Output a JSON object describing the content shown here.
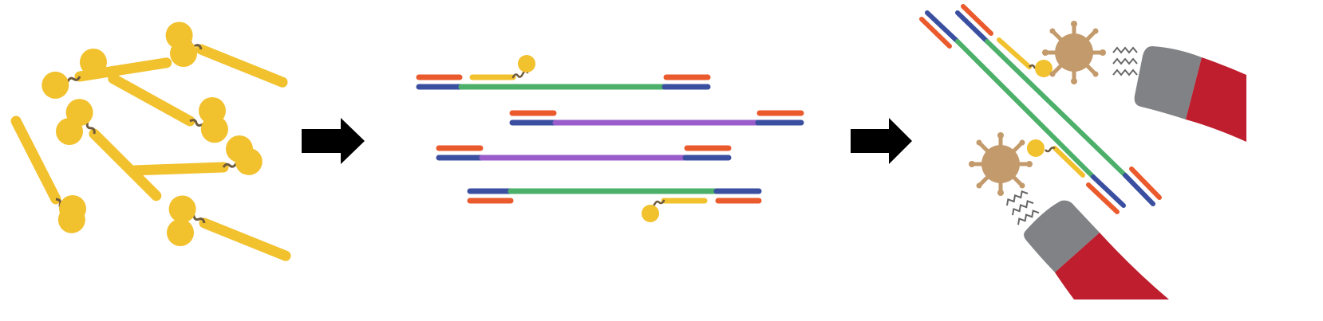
{
  "colors": {
    "probe": "#F2C12E",
    "linker": "#6E5A3C",
    "adapter_top": "#EA5A2C",
    "adapter_bottom": "#3B4FA0",
    "insert_green": "#4DB06A",
    "insert_purple": "#9A5CCB",
    "arrow": "#000000",
    "streptavidin": "#C39A6B",
    "magnet_body": "#BE1E2D",
    "magnet_tip": "#808285",
    "field_lines": "#666666"
  },
  "panels": [
    {
      "id": "free-probes",
      "description_icon": "biotinylated-probe-icon"
    },
    {
      "id": "hybridized-library",
      "description_icon": "dna-fragment-icon"
    },
    {
      "id": "magnetic-capture",
      "description_icon": "magnet-icon"
    }
  ],
  "arrows": [
    {
      "icon": "right-arrow-icon"
    },
    {
      "icon": "right-arrow-icon"
    }
  ]
}
